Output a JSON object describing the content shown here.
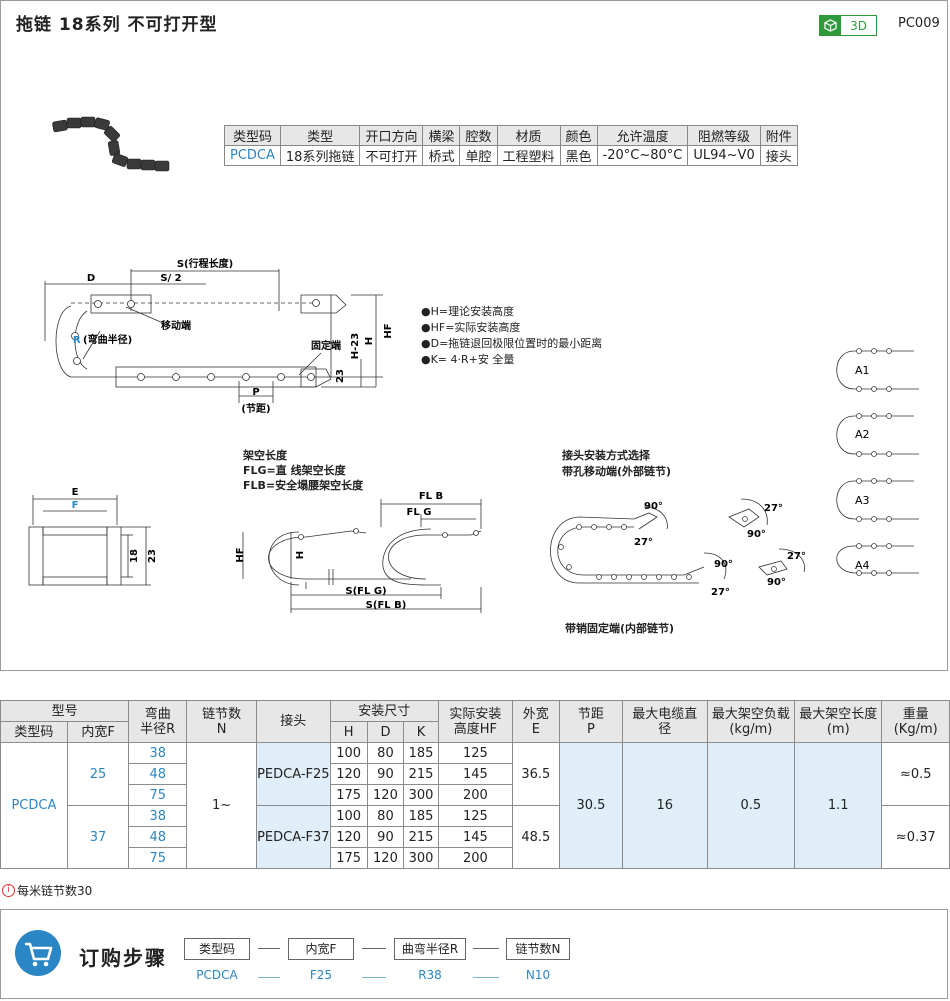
{
  "header": {
    "title": "拖链  18系列  不可打开型",
    "badge_3d": "3D",
    "product_code": "PC009"
  },
  "spec_table": {
    "headers": [
      "类型码",
      "类型",
      "开口方向",
      "横梁",
      "腔数",
      "材质",
      "颜色",
      "允许温度",
      "阻燃等级",
      "附件"
    ],
    "values": [
      "PCDCA",
      "18系列拖链",
      "不可打开",
      "桥式",
      "单腔",
      "工程塑料",
      "黑色",
      "-20°C~80°C",
      "UL94~V0",
      "接头"
    ]
  },
  "diagram": {
    "labels": {
      "S": "S(行程长度)",
      "S2": "S/ 2",
      "D": "D",
      "R": "R",
      "R_text": "(弯曲半径)",
      "move_end": "移动端",
      "fixed_end": "固定端",
      "P": "P",
      "P_text": "(节距)",
      "H": "H",
      "HF": "HF",
      "H23": "H-23",
      "n23": "23"
    },
    "notes": [
      "●H=理论安装高度",
      "●HF=实际安装高度",
      "●D=拖链退回极限位置时的最小距离",
      "●K= 4·R+安 全量"
    ],
    "cross_section": {
      "E": "E",
      "F": "F",
      "n18": "18",
      "n23": "23"
    },
    "span": {
      "title": "架空长度",
      "flg": "FLG=直 线架空长度",
      "flb": "FLB=安全塌腰架空长度",
      "FLB": "FL B",
      "FLG": "FL G",
      "SFLG": "S(FL G)",
      "SFLB": "S(FL B)",
      "HF": "HF",
      "H": "H"
    },
    "joint": {
      "title": "接头安装方式选择",
      "sub": "带孔移动端(外部链节)",
      "bottom": "带销固定端(内部链节)",
      "a90": "90°",
      "a27": "27°"
    },
    "variants": [
      "A1",
      "A2",
      "A3",
      "A4"
    ]
  },
  "main_table": {
    "h1": [
      "型号",
      "弯曲半径R",
      "链节数N",
      "接头",
      "安装尺寸",
      "实际安装高度HF",
      "外宽E",
      "节距P",
      "最大电缆直径",
      "最大架空负载(kg/m)",
      "最大架空长度(m)",
      "重量(Kg/m)"
    ],
    "h2": [
      "类型码",
      "内宽F",
      "H",
      "D",
      "K"
    ],
    "type_code": "PCDCA",
    "links": "1~",
    "pitch": "30.5",
    "max_cable": "16",
    "max_load": "0.5",
    "max_span": "1.1",
    "groups": [
      {
        "width": "25",
        "joint": "PEDCA-F25",
        "outer": "36.5",
        "weight": "≈0.5",
        "rows": [
          {
            "R": "38",
            "H": "100",
            "D": "80",
            "K": "185",
            "HF": "125"
          },
          {
            "R": "48",
            "H": "120",
            "D": "90",
            "K": "215",
            "HF": "145"
          },
          {
            "R": "75",
            "H": "175",
            "D": "120",
            "K": "300",
            "HF": "200"
          }
        ]
      },
      {
        "width": "37",
        "joint": "PEDCA-F37",
        "outer": "48.5",
        "weight": "≈0.37",
        "rows": [
          {
            "R": "38",
            "H": "100",
            "D": "80",
            "K": "185",
            "HF": "125"
          },
          {
            "R": "48",
            "H": "120",
            "D": "90",
            "K": "215",
            "HF": "145"
          },
          {
            "R": "75",
            "H": "175",
            "D": "120",
            "K": "300",
            "HF": "200"
          }
        ]
      }
    ]
  },
  "note": "每米链节数30",
  "order": {
    "title": "订购步骤",
    "steps": [
      "类型码",
      "内宽F",
      "曲弯半径R",
      "链节数N"
    ],
    "values": [
      "PCDCA",
      "F25",
      "R38",
      "N10"
    ]
  }
}
